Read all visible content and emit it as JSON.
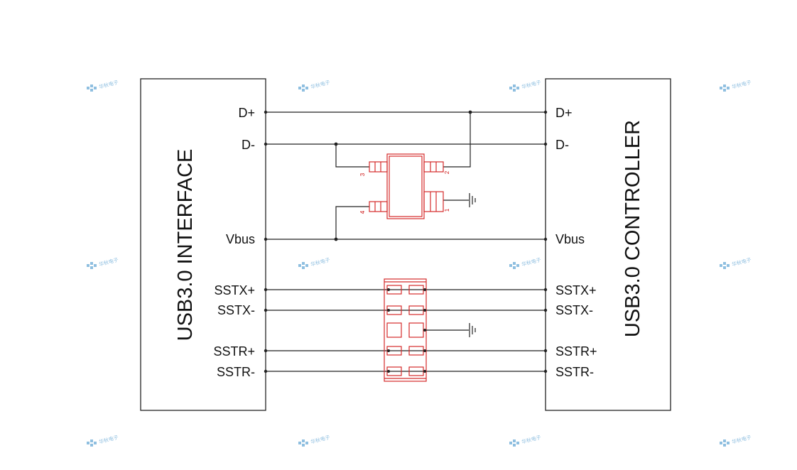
{
  "left_block": {
    "title": "USB3.0 INTERFACE",
    "pins": [
      "D+",
      "D-",
      "Vbus",
      "SSTX+",
      "SSTX-",
      "SSTR+",
      "SSTR-"
    ]
  },
  "right_block": {
    "title": "USB3.0 CONTROLLER",
    "pins": [
      "D+",
      "D-",
      "Vbus",
      "SSTX+",
      "SSTX-",
      "SSTR+",
      "SSTR-"
    ]
  },
  "esd_chip": {
    "pins": [
      "3",
      "2",
      "4",
      "1"
    ]
  },
  "watermark": {
    "text": "华秋电子",
    "color": "#8fbfe0"
  },
  "colors": {
    "wire": "#222222",
    "component": "#d42a2a"
  }
}
